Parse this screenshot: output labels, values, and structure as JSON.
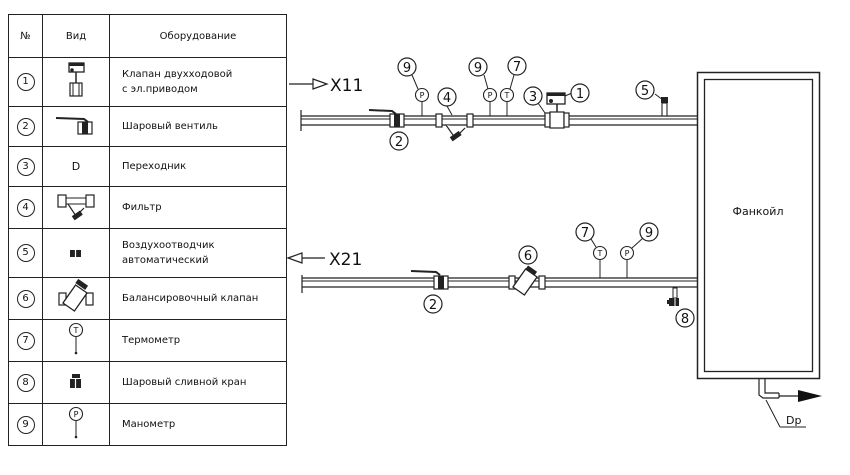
{
  "legend": {
    "headers": {
      "num": "№",
      "view": "Вид",
      "equipment": "Оборудование"
    },
    "rows": [
      {
        "num": "1",
        "icon": "two-way-valve-actuator-icon",
        "name_line1": "Клапан двухходовой",
        "name_line2": "с эл.приводом"
      },
      {
        "num": "2",
        "icon": "ball-valve-icon",
        "name_line1": "Шаровый вентиль",
        "name_line2": ""
      },
      {
        "num": "3",
        "icon": "adapter-icon",
        "name_line1": "Переходник",
        "name_line2": "",
        "icon_text": "D"
      },
      {
        "num": "4",
        "icon": "filter-icon",
        "name_line1": "Фильтр",
        "name_line2": ""
      },
      {
        "num": "5",
        "icon": "air-vent-icon",
        "name_line1": "Воздухоотводчик",
        "name_line2": "автоматический"
      },
      {
        "num": "6",
        "icon": "balancing-valve-icon",
        "name_line1": "Балансировочный клапан",
        "name_line2": ""
      },
      {
        "num": "7",
        "icon": "thermometer-icon",
        "name_line1": "Термометр",
        "name_line2": "",
        "icon_text": "T"
      },
      {
        "num": "8",
        "icon": "drain-ball-valve-icon",
        "name_line1": "Шаровый сливной кран",
        "name_line2": ""
      },
      {
        "num": "9",
        "icon": "manometer-icon",
        "name_line1": "Манометр",
        "name_line2": "",
        "icon_text": "P"
      }
    ]
  },
  "scheme": {
    "supply_label": "X11",
    "return_label": "X21",
    "fancoil_label": "Фанкойл",
    "drain_label": "Dp",
    "supply_callouts": [
      "9",
      "9",
      "7",
      "4",
      "3",
      "1",
      "5",
      "2"
    ],
    "return_callouts": [
      "7",
      "9",
      "6",
      "2",
      "8"
    ],
    "gauge_letters": {
      "pressure": "P",
      "temperature": "T"
    }
  }
}
